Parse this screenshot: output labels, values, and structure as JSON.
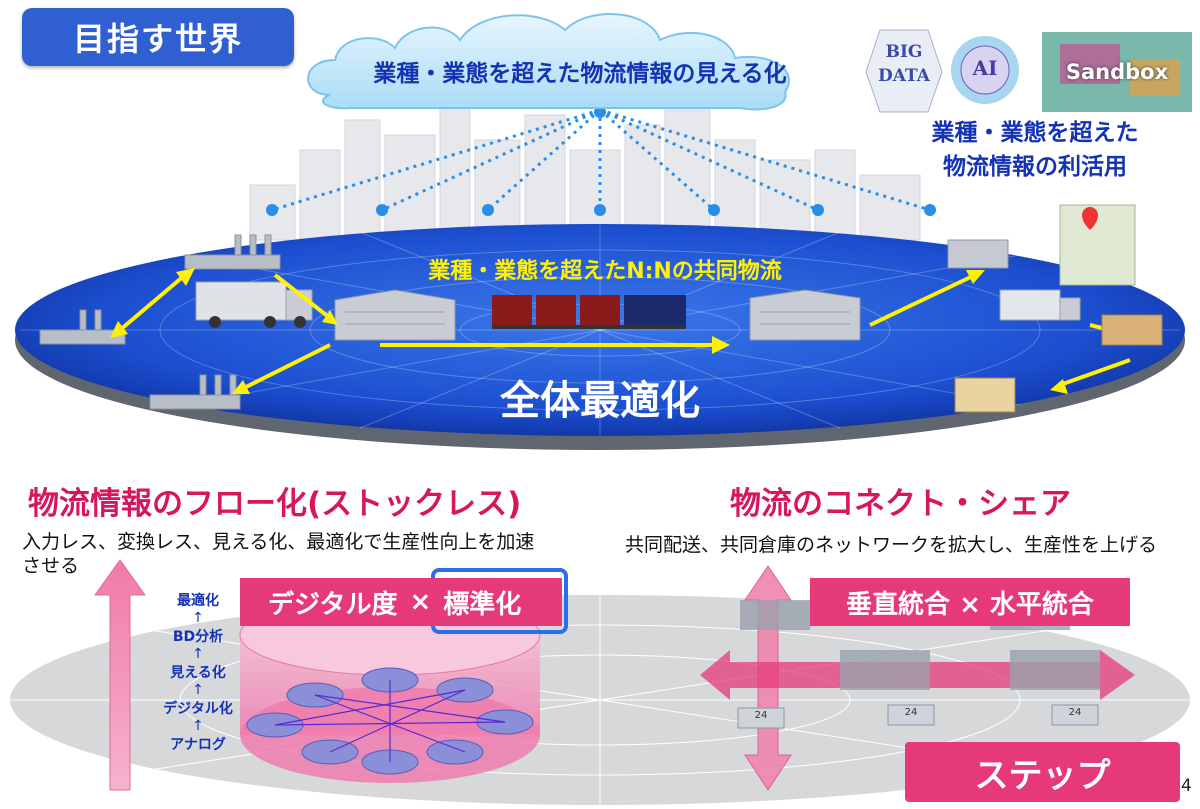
{
  "title": "目指す世界",
  "cloud_caption": "業種・業態を超えた物流情報の見える化",
  "icons": {
    "big_data": [
      "BIG",
      "DATA"
    ],
    "ai": "AI",
    "sandbox": "Sandbox"
  },
  "right_caption": [
    "業種・業態を超えた",
    "物流情報の利活用"
  ],
  "ellipse_caption": "業種・業態を超えたN:Nの共同物流",
  "ellipse_main": "全体最適化",
  "left_section": {
    "heading": "物流情報のフロー化(ストックレス)",
    "description": [
      "入力レス、変換レス、見える化、最適化で生産性向上を加速",
      "させる"
    ],
    "band_label_1": "デジタル度",
    "band_times": "×",
    "band_label_2": "標準化",
    "steps": [
      "最適化",
      "BD分析",
      "見える化",
      "デジタル化",
      "アナログ"
    ],
    "step_arrow": "↑"
  },
  "right_section": {
    "heading": "物流のコネクト・シェア",
    "description": "共同配送、共同倉庫のネットワークを拡大し、生産性を上げる",
    "band_label": "垂直統合 × 水平統合",
    "building_labels": [
      "24",
      "24",
      "24"
    ]
  },
  "step_badge": "ステップ",
  "page_number": "4",
  "colors": {
    "badge_blue": "#2f5fd0",
    "text_blue": "#1432b4",
    "ellipse_blue": "#1f58d8",
    "yellow": "#fff200",
    "pink": "#e6397a",
    "heading_pink": "#d6175e"
  }
}
